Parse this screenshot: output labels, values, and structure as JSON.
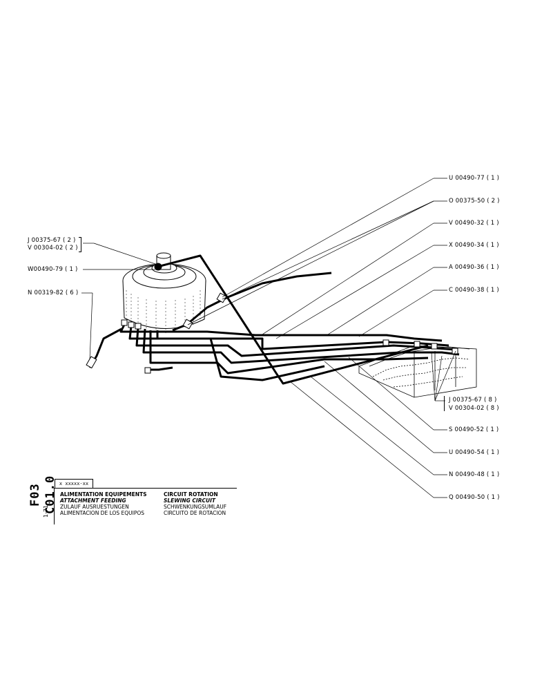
{
  "callouts_right": [
    {
      "id": "u1",
      "text": "U 00490-77 ( 1 )"
    },
    {
      "id": "o1",
      "text": "O 00375-50 ( 2 )"
    },
    {
      "id": "v1",
      "text": "V 00490-32 ( 1 )"
    },
    {
      "id": "x1",
      "text": "X 00490-34 ( 1 )"
    },
    {
      "id": "a1",
      "text": "A 00490-36 ( 1 )"
    },
    {
      "id": "c1",
      "text": "C 00490-38 ( 1 )"
    },
    {
      "id": "j8",
      "text": "J 00375-67 ( 8 )"
    },
    {
      "id": "v8",
      "text": "V 00304-02 ( 8 )"
    },
    {
      "id": "s1",
      "text": "S 00490-52 ( 1 )"
    },
    {
      "id": "u2",
      "text": "U 00490-54 ( 1 )"
    },
    {
      "id": "n1",
      "text": "N 00490-48 ( 1 )"
    },
    {
      "id": "q1",
      "text": "Q 00490-50 ( 1 )"
    }
  ],
  "callouts_left": [
    {
      "id": "j2",
      "text": "J 00375-67 ( 2 )"
    },
    {
      "id": "v2",
      "text": "V 00304-02 ( 2 )"
    },
    {
      "id": "w1",
      "text": "W00490-79 ( 1 )"
    },
    {
      "id": "n6",
      "text": "N 00319-82 ( 6 )"
    }
  ],
  "title_block": {
    "doc_code": "F03 C01.0",
    "date": "1-71",
    "ref_box": "x xxxxx-xx",
    "left_col": [
      "ALIMENTATION EQUIPEMENTS",
      "ATTACHMENT FEEDING",
      "ZULAUF AUSRUESTUNGEN",
      "ALIMENTACION DE LOS EQUIPOS"
    ],
    "right_col": [
      "CIRCUIT ROTATION",
      "SLEWING CIRCUIT",
      "SCHWENKUNGSUMLAUF",
      "CIRCUITO DE ROTACION"
    ]
  }
}
